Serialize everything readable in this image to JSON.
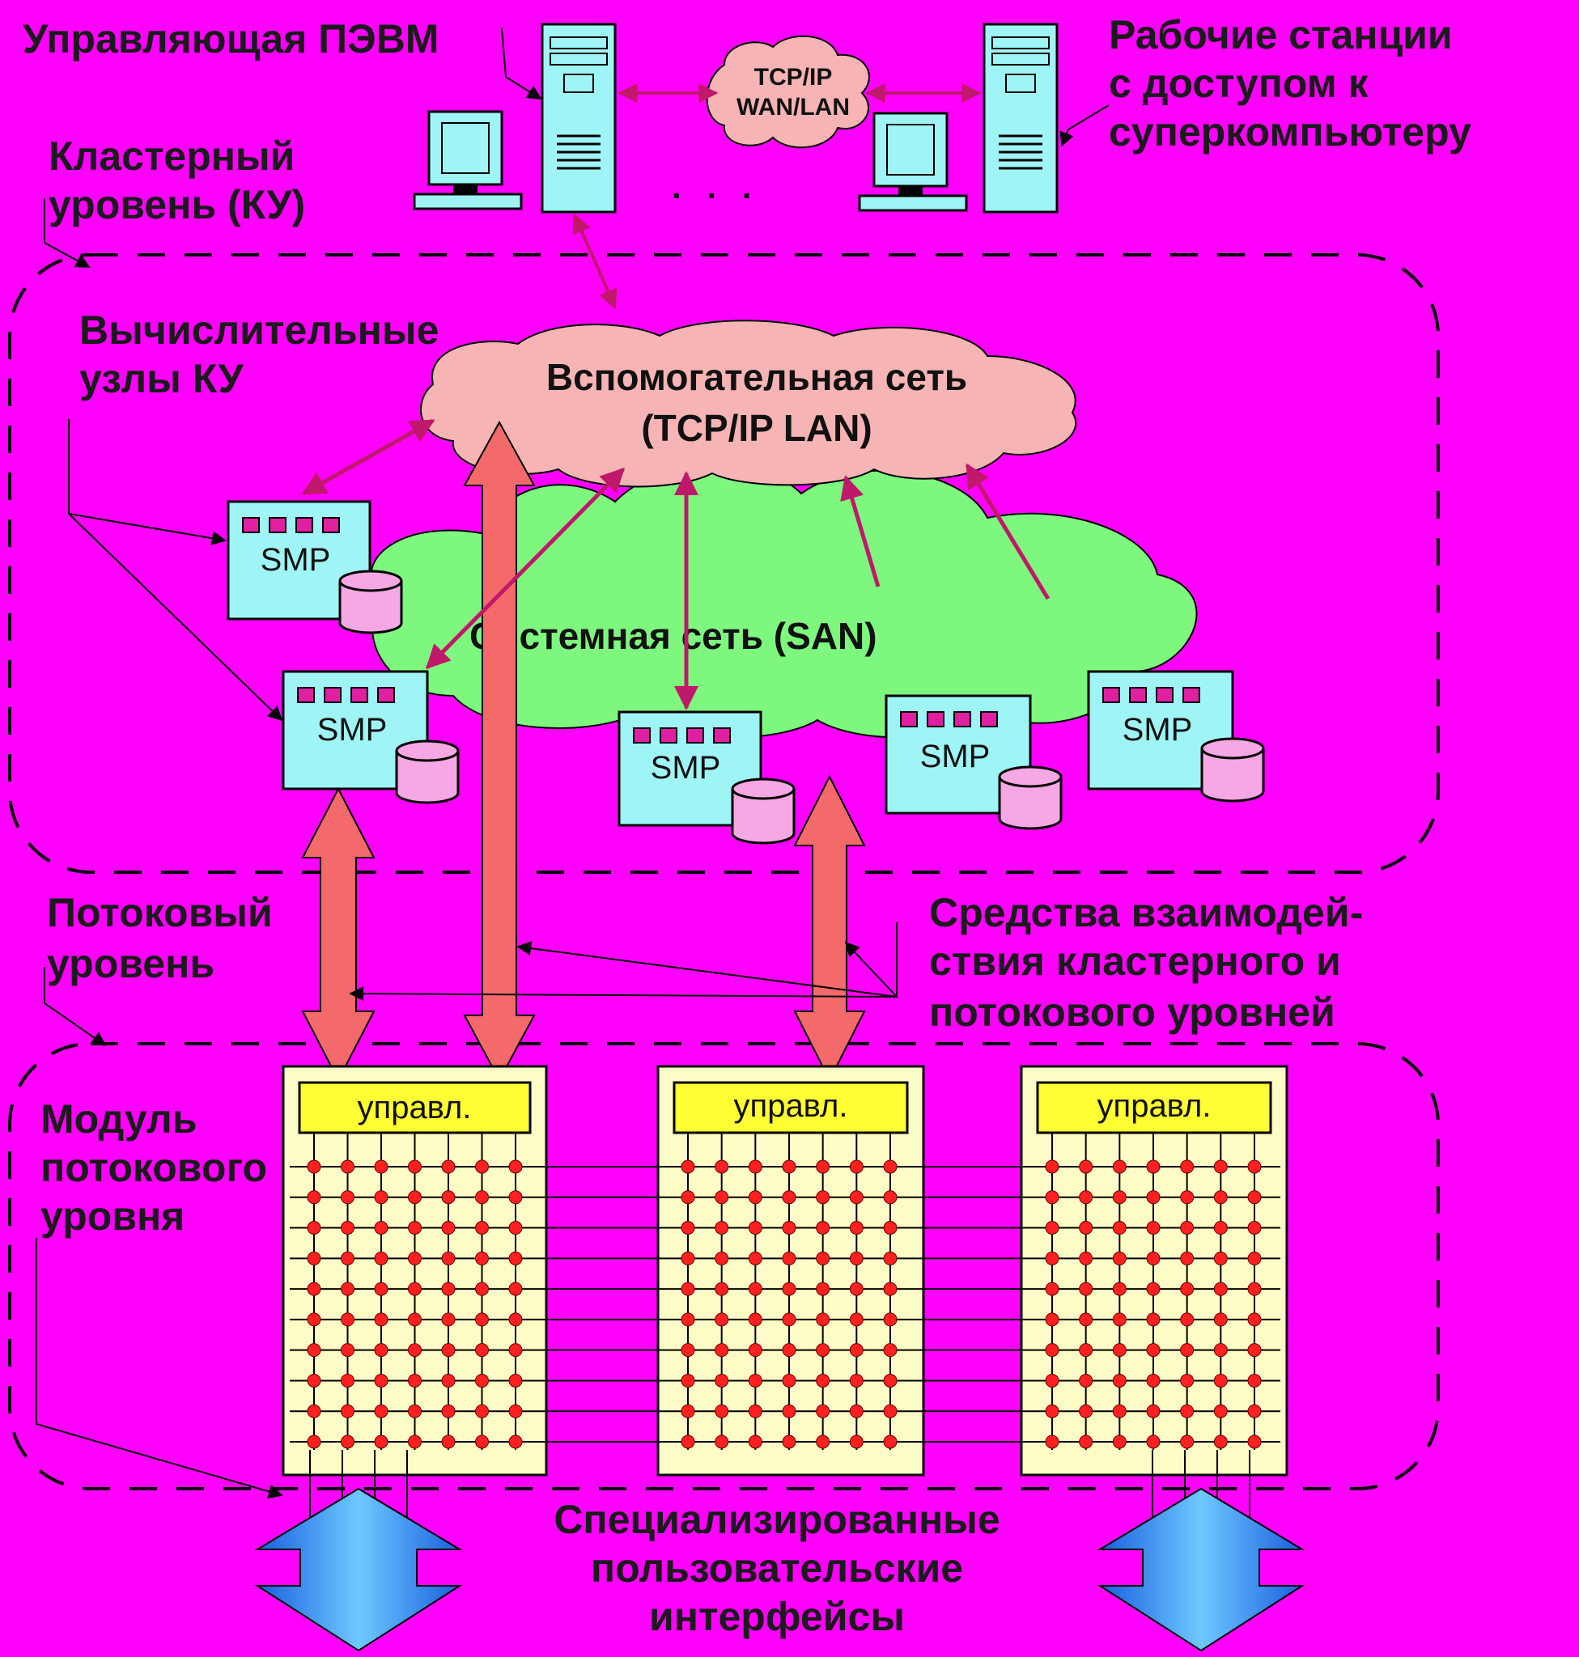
{
  "labels": {
    "control_pc": "Управляющая ПЭВМ",
    "workstations": [
      "Рабочие станции",
      "с доступом к",
      "суперкомпьютеру"
    ],
    "wan_cloud": [
      "TCP/IP",
      "WAN/LAN"
    ],
    "dots": ". . .",
    "cluster_level": [
      "Кластерный",
      "уровень (КУ)"
    ],
    "compute_nodes": [
      "Вычислительные",
      "узлы КУ"
    ],
    "aux_net": [
      "Вспомогательная сеть",
      "(TCP/IP LAN)"
    ],
    "system_net": "Системная сеть  (SAN)",
    "smp": "SMP",
    "stream_level": [
      "Потоковый",
      "уровень"
    ],
    "interaction": [
      "Средства взаимодей-",
      "ствия кластерного и",
      "потокового  уровней"
    ],
    "stream_module": [
      "Модуль",
      "потокового",
      "уровня"
    ],
    "ctrl": "управл.",
    "user_if": [
      "Специализированные",
      "пользовательские",
      "интерфейсы"
    ]
  },
  "colors": {
    "background": "#ff00ff",
    "computer": "#9ff5f5",
    "aux_cloud": "#f7b4b4",
    "san_cloud": "#7ef77e",
    "module": "#fdfbc6",
    "ctrl_bar": "#ffff33",
    "node_dot": "#ff2020",
    "arrow_thin": "#c0186a",
    "arrow_thick": "#f46a6a",
    "arrow_blue": "#3a8af0"
  }
}
